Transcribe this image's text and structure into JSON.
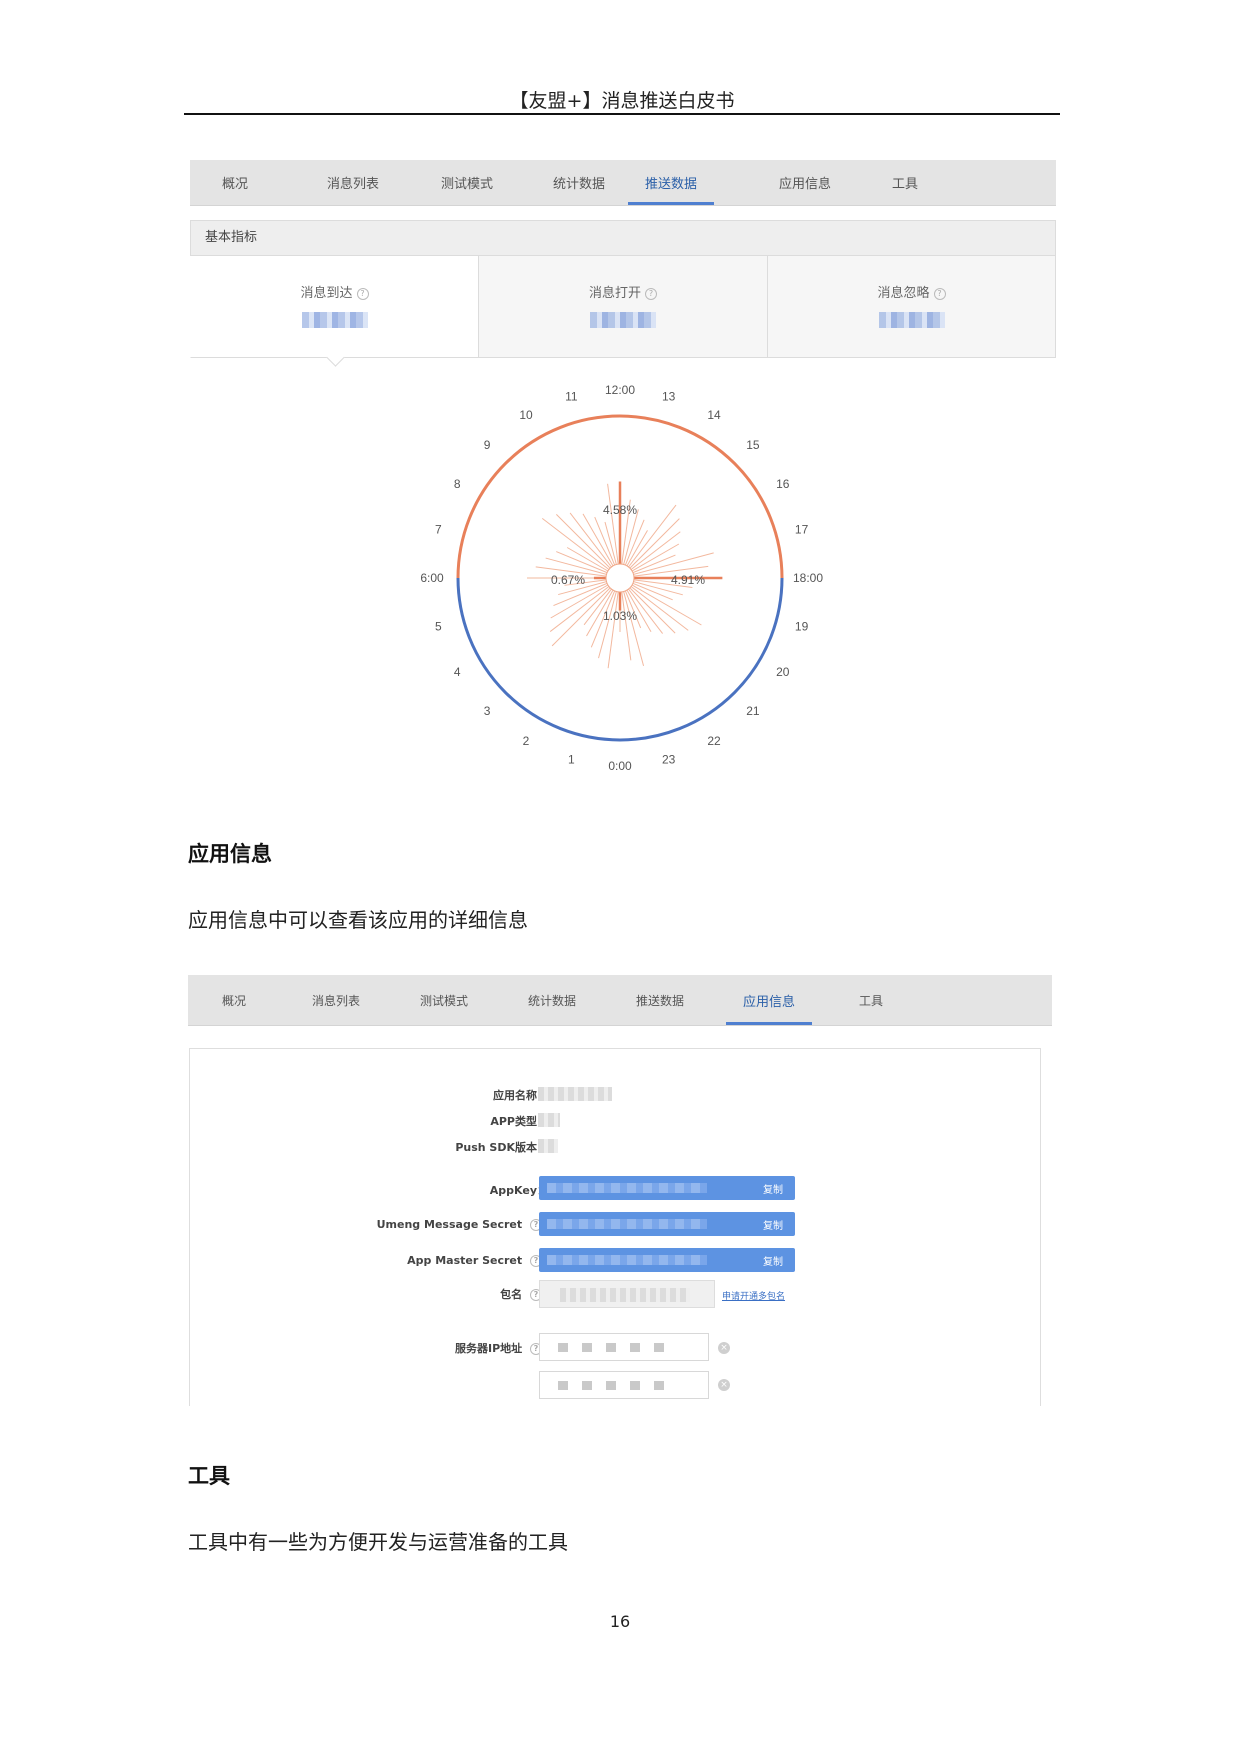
{
  "header": {
    "title": "【友盟+】消息推送白皮书"
  },
  "tabs1": {
    "items": [
      {
        "label": "概况"
      },
      {
        "label": "消息列表"
      },
      {
        "label": "测试模式"
      },
      {
        "label": "统计数据"
      },
      {
        "label": "推送数据"
      },
      {
        "label": "应用信息"
      },
      {
        "label": "工具"
      }
    ],
    "active_index": 4
  },
  "metrics": {
    "section_title": "基本指标",
    "cells": [
      {
        "label": "消息到达"
      },
      {
        "label": "消息打开"
      },
      {
        "label": "消息忽略"
      }
    ],
    "help_glyph": "?"
  },
  "chart_data": {
    "type": "radial",
    "hour_labels": [
      "0:00",
      "1",
      "2",
      "3",
      "4",
      "5",
      "6:00",
      "7",
      "8",
      "9",
      "10",
      "11",
      "12:00",
      "13",
      "14",
      "15",
      "16",
      "17",
      "18:00",
      "19",
      "20",
      "21",
      "22",
      "23"
    ],
    "annotations": [
      "4.58%",
      "0.67%",
      "4.91%",
      "1.03%"
    ],
    "colors": {
      "day": "#e8805a",
      "night": "#4a72c0",
      "label": "#555555"
    },
    "spoke_hours": [
      0,
      6,
      12,
      18
    ],
    "spoke_values": [
      1.03,
      0.67,
      4.58,
      4.91
    ]
  },
  "section_app": {
    "heading": "应用信息",
    "paragraph": "应用信息中可以查看该应用的详细信息"
  },
  "tabs2": {
    "items": [
      {
        "label": "概况"
      },
      {
        "label": "消息列表"
      },
      {
        "label": "测试模式"
      },
      {
        "label": "统计数据"
      },
      {
        "label": "推送数据"
      },
      {
        "label": "应用信息"
      },
      {
        "label": "工具"
      }
    ],
    "active_index": 5
  },
  "app_form": {
    "app_name_label": "应用名称：",
    "app_type_label": "APP类型：",
    "sdk_label": "Push SDK版本：",
    "appkey_label": "AppKey：",
    "umeng_secret_label": "Umeng Message Secret",
    "master_secret_label": "App Master Secret",
    "package_label": "包名",
    "server_ip_label": "服务器IP地址",
    "copy_label": "复制",
    "package_link": "申请开通多包名",
    "help_glyph": "?",
    "remove_glyph": "×"
  },
  "section_tools": {
    "heading": "工具",
    "paragraph": "工具中有一些为方便开发与运营准备的工具"
  },
  "footer": {
    "page_number": "16"
  }
}
